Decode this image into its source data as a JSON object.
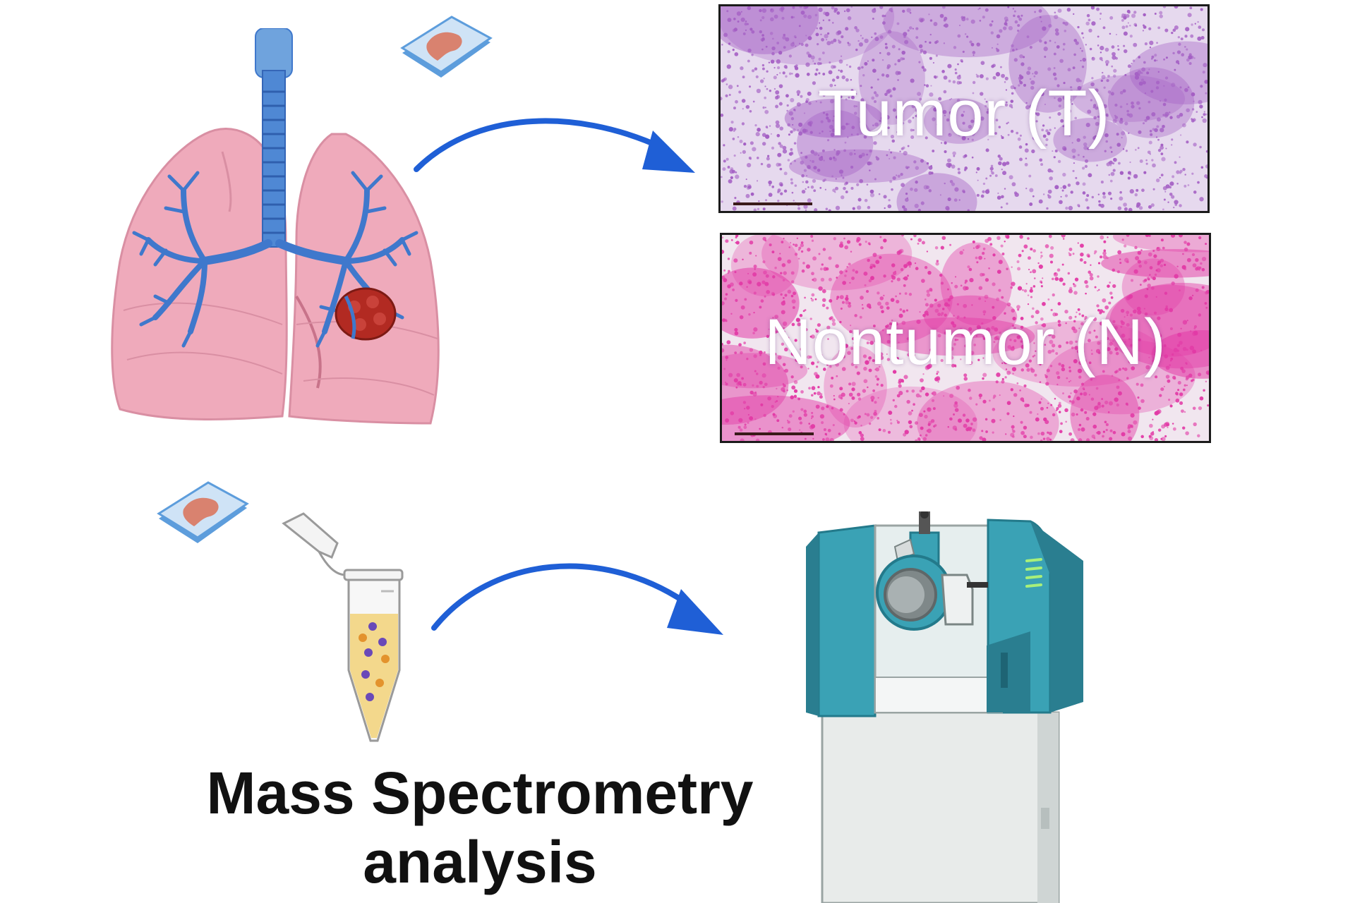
{
  "panels": {
    "tumor": {
      "label": "Tumor (T)",
      "tissue_color": "#a45fc4",
      "background": "#e6d9ee"
    },
    "nontumor": {
      "label": "Nontumor (N)",
      "tissue_color": "#e23aa6",
      "background": "#f1e6ef"
    }
  },
  "analysis": {
    "line1": "Mass Spectrometry",
    "line2": "analysis"
  },
  "icons": {
    "lungs": "lungs-illustration-icon",
    "slide": "tissue-slide-icon",
    "tube": "sample-tube-icon",
    "spectrometer": "mass-spectrometer-icon",
    "arrow": "curved-arrow-icon"
  },
  "colors": {
    "arrow": "#1f5fd6",
    "lung": "#efaabb",
    "bronchi": "#3f78cc",
    "tumor_mass": "#b22a22",
    "instrument": "#3aa2b5"
  }
}
